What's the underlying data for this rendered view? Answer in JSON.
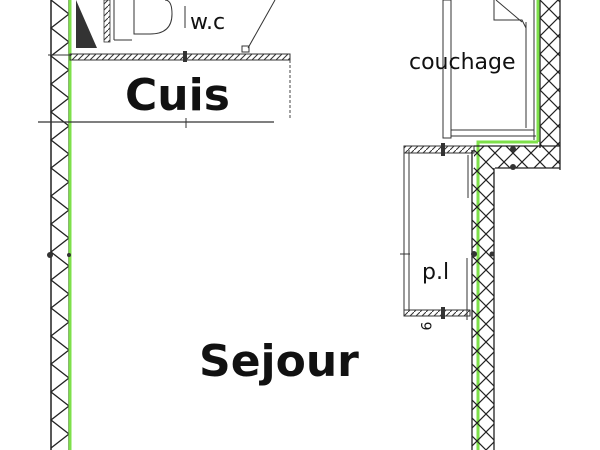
{
  "plan": {
    "rooms": [
      {
        "id": "wc",
        "label": "w.c"
      },
      {
        "id": "cuisine",
        "label": "Cuis"
      },
      {
        "id": "couchage",
        "label": "couchage"
      },
      {
        "id": "placard",
        "label": "p.l"
      },
      {
        "id": "sejour",
        "label": "Sejour"
      }
    ],
    "dimension_mark": "6",
    "colors": {
      "wall": "#1a1a1a",
      "insulation_highlight": "#7ee04a",
      "background": "#ffffff"
    }
  }
}
